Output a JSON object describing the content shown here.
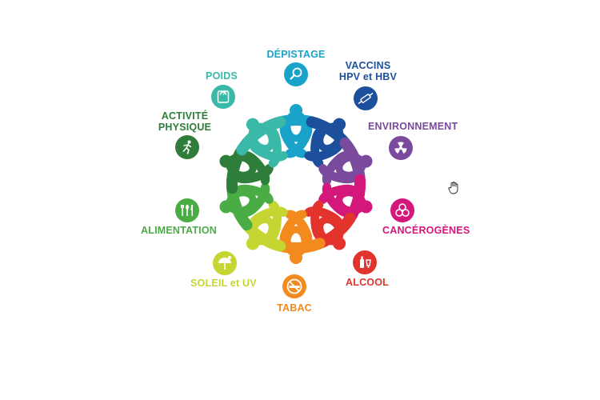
{
  "themes": [
    {
      "id": "depistage",
      "lines": [
        "DÉPISTAGE"
      ],
      "color": "#1aa3c9",
      "icon": "magnifier-icon"
    },
    {
      "id": "vaccins",
      "lines": [
        "VACCINS",
        "HPV et HBV"
      ],
      "color": "#1c4f9c",
      "icon": "syringe-icon"
    },
    {
      "id": "environnement",
      "lines": [
        "ENVIRONNEMENT"
      ],
      "color": "#7a4a9d",
      "icon": "radiation-icon"
    },
    {
      "id": "cancerogenes",
      "lines": [
        "CANCÉROGÈNES"
      ],
      "color": "#d4177b",
      "icon": "biohazard-icon"
    },
    {
      "id": "alcool",
      "lines": [
        "ALCOOL"
      ],
      "color": "#e2332c",
      "icon": "bottle-icon"
    },
    {
      "id": "tabac",
      "lines": [
        "TABAC"
      ],
      "color": "#f28a1e",
      "icon": "no-smoking-icon"
    },
    {
      "id": "soleil",
      "lines": [
        "SOLEIL et UV"
      ],
      "color": "#c5d531",
      "icon": "sun-umbrella-icon"
    },
    {
      "id": "alimentation",
      "lines": [
        "ALIMENTATION"
      ],
      "color": "#4aac44",
      "icon": "cutlery-icon"
    },
    {
      "id": "activite",
      "lines": [
        "ACTIVITÉ",
        "PHYSIQUE"
      ],
      "color": "#2e7d3a",
      "icon": "runner-icon"
    },
    {
      "id": "poids",
      "lines": [
        "POIDS"
      ],
      "color": "#3ab8a8",
      "icon": "scale-icon"
    }
  ]
}
